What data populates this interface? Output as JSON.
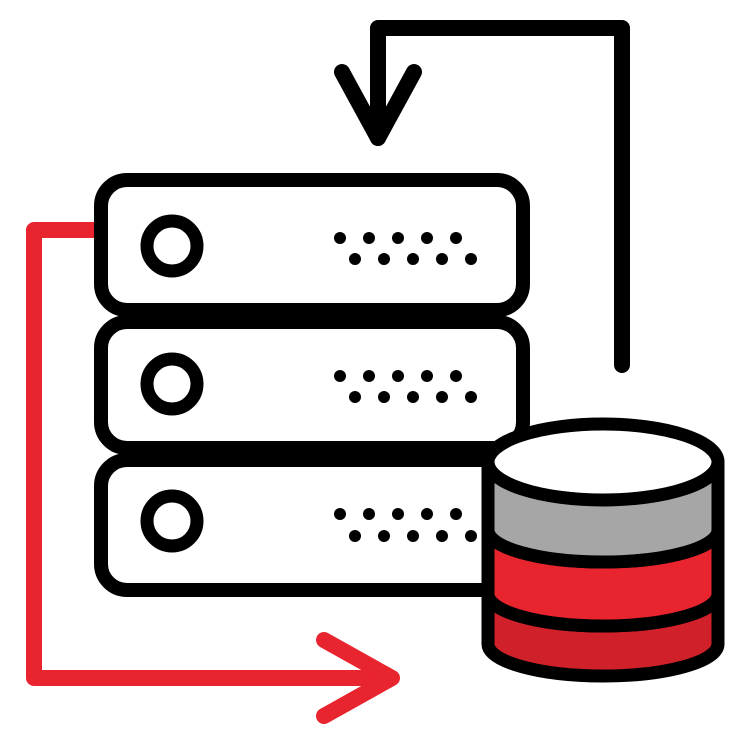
{
  "illustration": {
    "subject": "server-database-sync-icon",
    "colors": {
      "outline": "#000000",
      "background": "#ffffff",
      "server_fill": "#ffffff",
      "accent_red": "#e8242f",
      "accent_red_dark": "#d0202a",
      "db_top": "#ffffff",
      "db_upper_band": "#a6a6a6",
      "db_middle_band": "#e8242f",
      "db_lower_band": "#d0202a"
    },
    "server_units": 3,
    "database_bands": 3,
    "arrows": [
      {
        "name": "black-return-arrow",
        "color": "#000000",
        "direction": "down"
      },
      {
        "name": "red-transfer-arrow",
        "color": "#e8242f",
        "direction": "right"
      }
    ]
  }
}
